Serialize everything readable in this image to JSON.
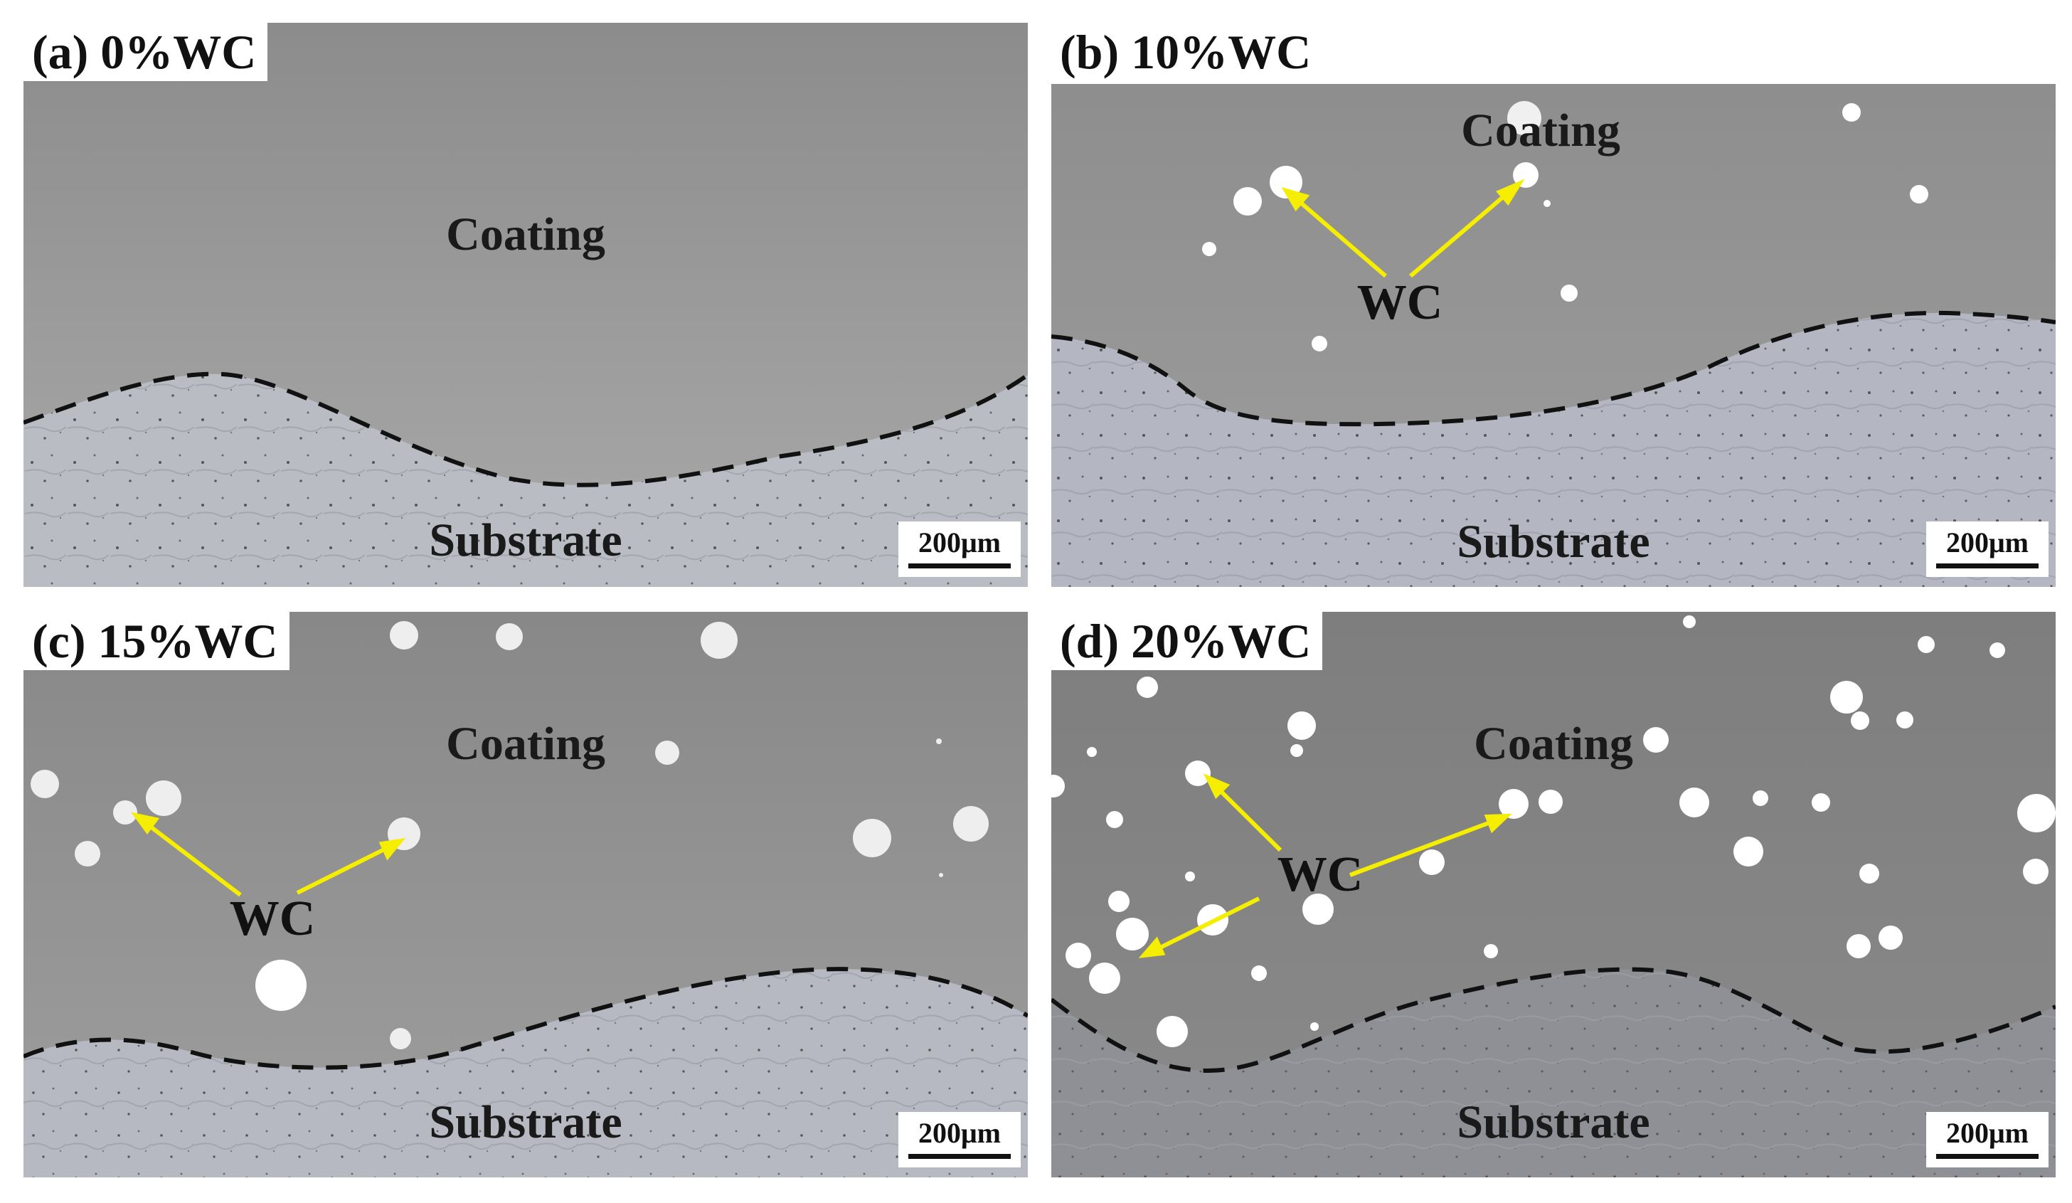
{
  "figure": {
    "panels": [
      {
        "id": "a",
        "label": "(a) 0%WC",
        "coating_label": "Coating",
        "substrate_label": "Substrate",
        "scale_bar": "200μm"
      },
      {
        "id": "b",
        "label": "(b) 10%WC",
        "coating_label": "Coating",
        "substrate_label": "Substrate",
        "scale_bar": "200μm",
        "particle_label": "WC"
      },
      {
        "id": "c",
        "label": "(c) 15%WC",
        "coating_label": "Coating",
        "substrate_label": "Substrate",
        "scale_bar": "200μm",
        "particle_label": "WC"
      },
      {
        "id": "d",
        "label": "(d) 20%WC",
        "coating_label": "Coating",
        "substrate_label": "Substrate",
        "scale_bar": "200μm",
        "particle_label": "WC"
      }
    ]
  },
  "colors": {
    "arrow": "#f5ee00",
    "boundary_line": "#111111",
    "particle": "#ffffff"
  }
}
